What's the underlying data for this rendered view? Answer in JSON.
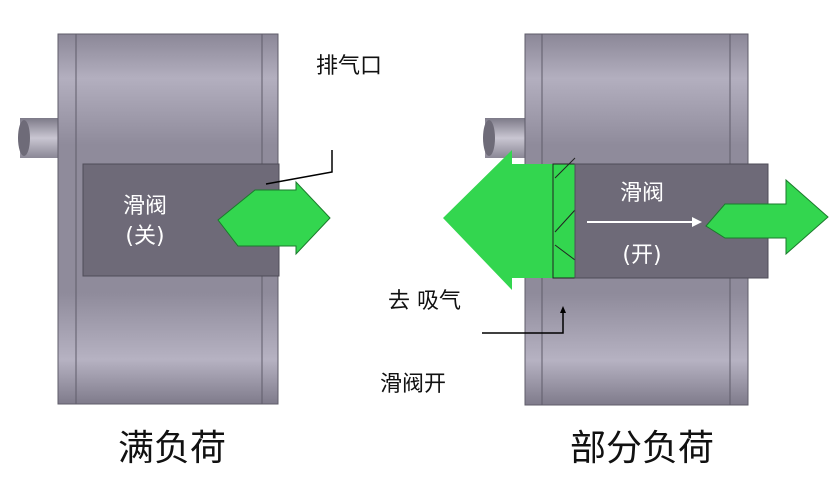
{
  "left": {
    "valve_label": "滑阀",
    "valve_state": "(关)",
    "port_label": "排气口",
    "caption": "满负荷"
  },
  "right": {
    "valve_label": "滑阀",
    "valve_state": "(开)",
    "suction_label": "去 吸气",
    "open_label": "滑阀开",
    "caption": "部分负荷"
  },
  "colors": {
    "body": "#8e8a99",
    "valve": "#6e6a78",
    "arrow": "#33d64f"
  }
}
